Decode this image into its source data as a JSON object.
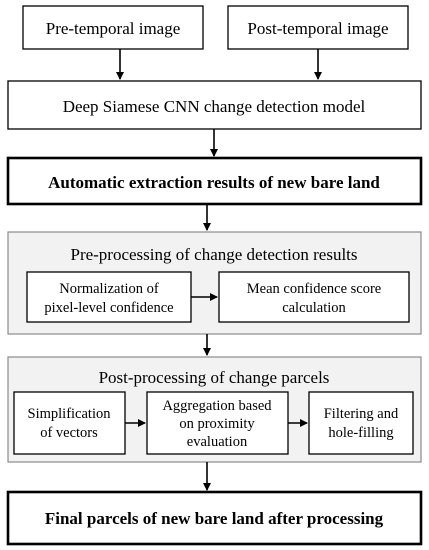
{
  "nodes": {
    "pre_image": {
      "label": "Pre-temporal image"
    },
    "post_image": {
      "label": "Post-temporal image"
    },
    "siamese": {
      "label": "Deep Siamese CNN change detection model"
    },
    "auto_extract": {
      "label": "Automatic extraction results of new bare land"
    },
    "pre_proc": {
      "title": "Pre-processing of change detection results",
      "normalization": {
        "line1": "Normalization of",
        "line2": "pixel-level confidence"
      },
      "mean_conf": {
        "line1": "Mean confidence score",
        "line2": "calculation"
      }
    },
    "post_proc": {
      "title": "Post-processing of  change  parcels",
      "simplification": {
        "line1": "Simplification",
        "line2": "of vectors"
      },
      "aggregation": {
        "line1": "Aggregation based",
        "line2": "on proximity",
        "line3": "evaluation"
      },
      "filtering": {
        "line1": "Filtering and",
        "line2": "hole-filling"
      }
    },
    "final": {
      "label": "Final parcels of new bare land after processing"
    }
  },
  "colors": {
    "panel_fill": "#f2f2f2",
    "panel_stroke": "#8c8c8c",
    "box_stroke": "#000000",
    "arrow": "#000000"
  }
}
